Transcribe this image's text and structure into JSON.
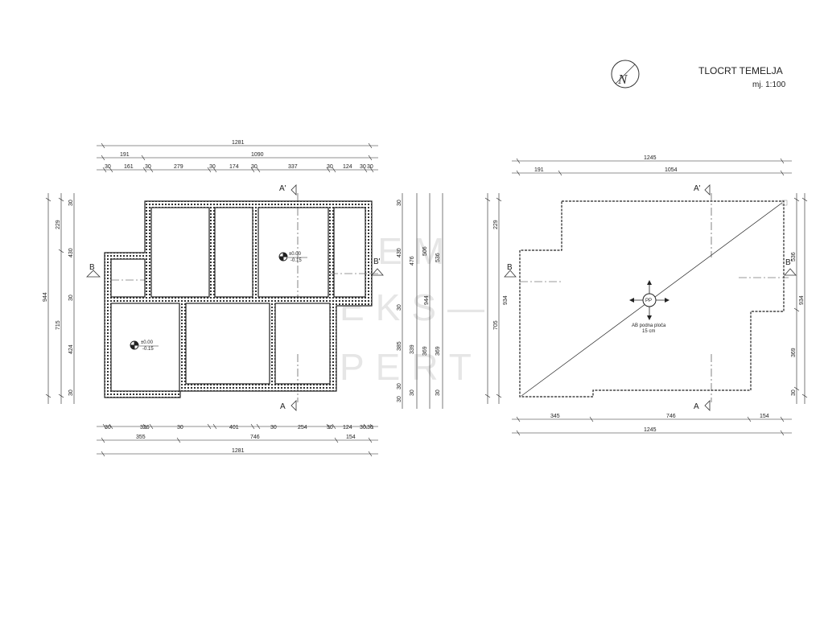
{
  "title": "TLOCRT TEMELJA",
  "scale": "mj. 1:100",
  "north_label": "N",
  "watermark": [
    "DEM",
    "EKS—",
    "PERT"
  ],
  "left_plan": {
    "top_total": "1281",
    "top_second": [
      "191",
      "1090"
    ],
    "top_detail": [
      "30",
      "161",
      "30",
      "279",
      "30",
      "174",
      "30",
      "337",
      "30",
      "124",
      "30",
      "30"
    ],
    "bottom_detail": [
      "30",
      "326",
      "30",
      "401",
      "30",
      "254",
      "30",
      "124",
      "30",
      "30"
    ],
    "bottom_second": [
      "355",
      "746",
      "154"
    ],
    "bottom_total": "1281",
    "left_total": "944",
    "left_second": [
      "229",
      "715"
    ],
    "left_detail": [
      "30",
      "430",
      "30",
      "424",
      "30"
    ],
    "right_detail": [
      "30",
      "430",
      "30",
      "385",
      "30",
      "30"
    ],
    "right_second": [
      "476",
      "339",
      "30"
    ],
    "right_third": [
      "506",
      "369"
    ],
    "right_fourth": [
      "536",
      "369",
      "30"
    ],
    "level_1": [
      "±0.00",
      "-0.15"
    ],
    "level_2": [
      "±0.00",
      "-0.15"
    ],
    "section_a_top": "A'",
    "section_a_bottom": "A",
    "section_b_left": "B",
    "section_b_right": "B'"
  },
  "right_plan": {
    "top_total": "1245",
    "top_second": [
      "191",
      "1054"
    ],
    "bottom_detail": [
      "345",
      "746",
      "154"
    ],
    "bottom_total": "1245",
    "left_total": "934",
    "left_second": [
      "229",
      "705"
    ],
    "right_total": "934",
    "right_detail": [
      "536",
      "369",
      "30"
    ],
    "pp_label": "PP",
    "slab_note": [
      "AB podna ploča",
      "15 cm"
    ],
    "section_a_top": "A'",
    "section_a_bottom": "A",
    "section_b_left": "B",
    "section_b_right": "B'"
  },
  "middle_dims": [
    "944",
    "934"
  ]
}
